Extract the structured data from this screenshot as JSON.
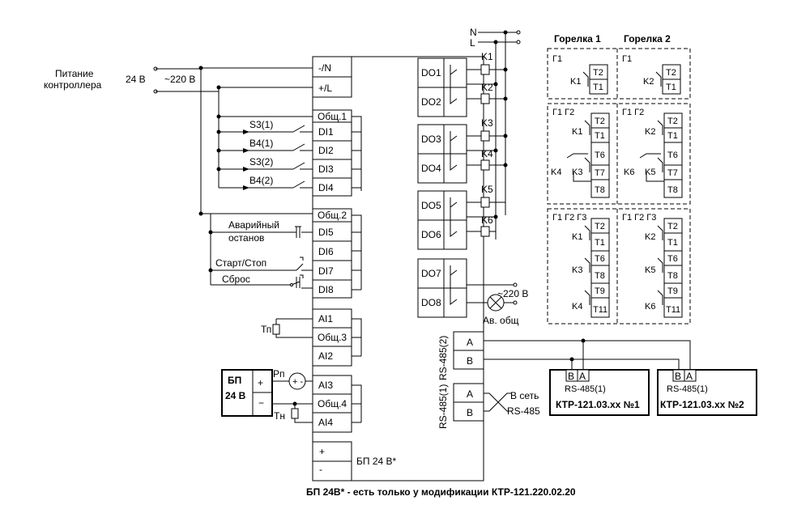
{
  "power": {
    "label_line1": "Питание",
    "label_line2": "контроллера",
    "v24": "24 В",
    "v220": "~220 В"
  },
  "terminals": {
    "n": "-/N",
    "l": "+/L",
    "common1": "Общ.1",
    "di1": "DI1",
    "di2": "DI2",
    "di3": "DI3",
    "di4": "DI4",
    "common2": "Общ.2",
    "di5": "DI5",
    "di6": "DI6",
    "di7": "DI7",
    "di8": "DI8",
    "ai1": "AI1",
    "common3": "Общ.3",
    "ai2": "AI2",
    "ai3": "AI3",
    "common4": "Общ.4",
    "ai4": "AI4",
    "plus": "+",
    "minus": "-",
    "psu_label": "БП 24 В*"
  },
  "inputs": {
    "s3_1": "S3(1)",
    "b4_1": "B4(1)",
    "s3_2": "S3(2)",
    "b4_2": "B4(2)",
    "emergency_line1": "Аварийный",
    "emergency_line2": "останов",
    "start_stop": "Старт/Стоп",
    "reset": "Сброс"
  },
  "sensors": {
    "tp": "Тп",
    "rp": "Рп",
    "tn": "Тн",
    "psu_line1": "БП",
    "psu_line2": "24 В",
    "psu_plus": "+",
    "psu_minus": "−"
  },
  "outputs": {
    "do1": "DO1",
    "do2": "DO2",
    "do3": "DO3",
    "do4": "DO4",
    "do5": "DO5",
    "do6": "DO6",
    "do7": "DO7",
    "do8": "DO8",
    "k1": "K1",
    "k2": "K2",
    "k3": "K3",
    "k4": "K4",
    "k5": "K5",
    "k6": "K6",
    "n": "N",
    "l": "L",
    "v220": "~220 В",
    "alarm": "Ав. общ"
  },
  "rs485": {
    "port2": "RS-485(2)",
    "port1": "RS-485(1)",
    "a": "A",
    "b": "B",
    "net_line1": "В сеть",
    "net_line2": "RS-485"
  },
  "devices": [
    {
      "b": "B",
      "a": "A",
      "port": "RS-485(1)",
      "name": "КТР-121.03.xx №1"
    },
    {
      "b": "B",
      "a": "A",
      "port": "RS-485(1)",
      "name": "КТР-121.03.xx №2"
    }
  ],
  "burners": {
    "title1": "Горелка 1",
    "title2": "Горелка 2",
    "mode1": "Г1",
    "mode2": "Г1 Г2",
    "mode3": "Г1 Г2 Г3",
    "t1": "T1",
    "t2": "T2",
    "t6": "T6",
    "t7": "T7",
    "t8": "T8",
    "t9": "T9",
    "t11": "T11",
    "k1": "K1",
    "k2": "K2",
    "k3": "K3",
    "k4": "K4",
    "k5": "K5",
    "k6": "K6"
  },
  "footnote": "БП 24В* - есть только у модификации КТР-121.220.02.20"
}
